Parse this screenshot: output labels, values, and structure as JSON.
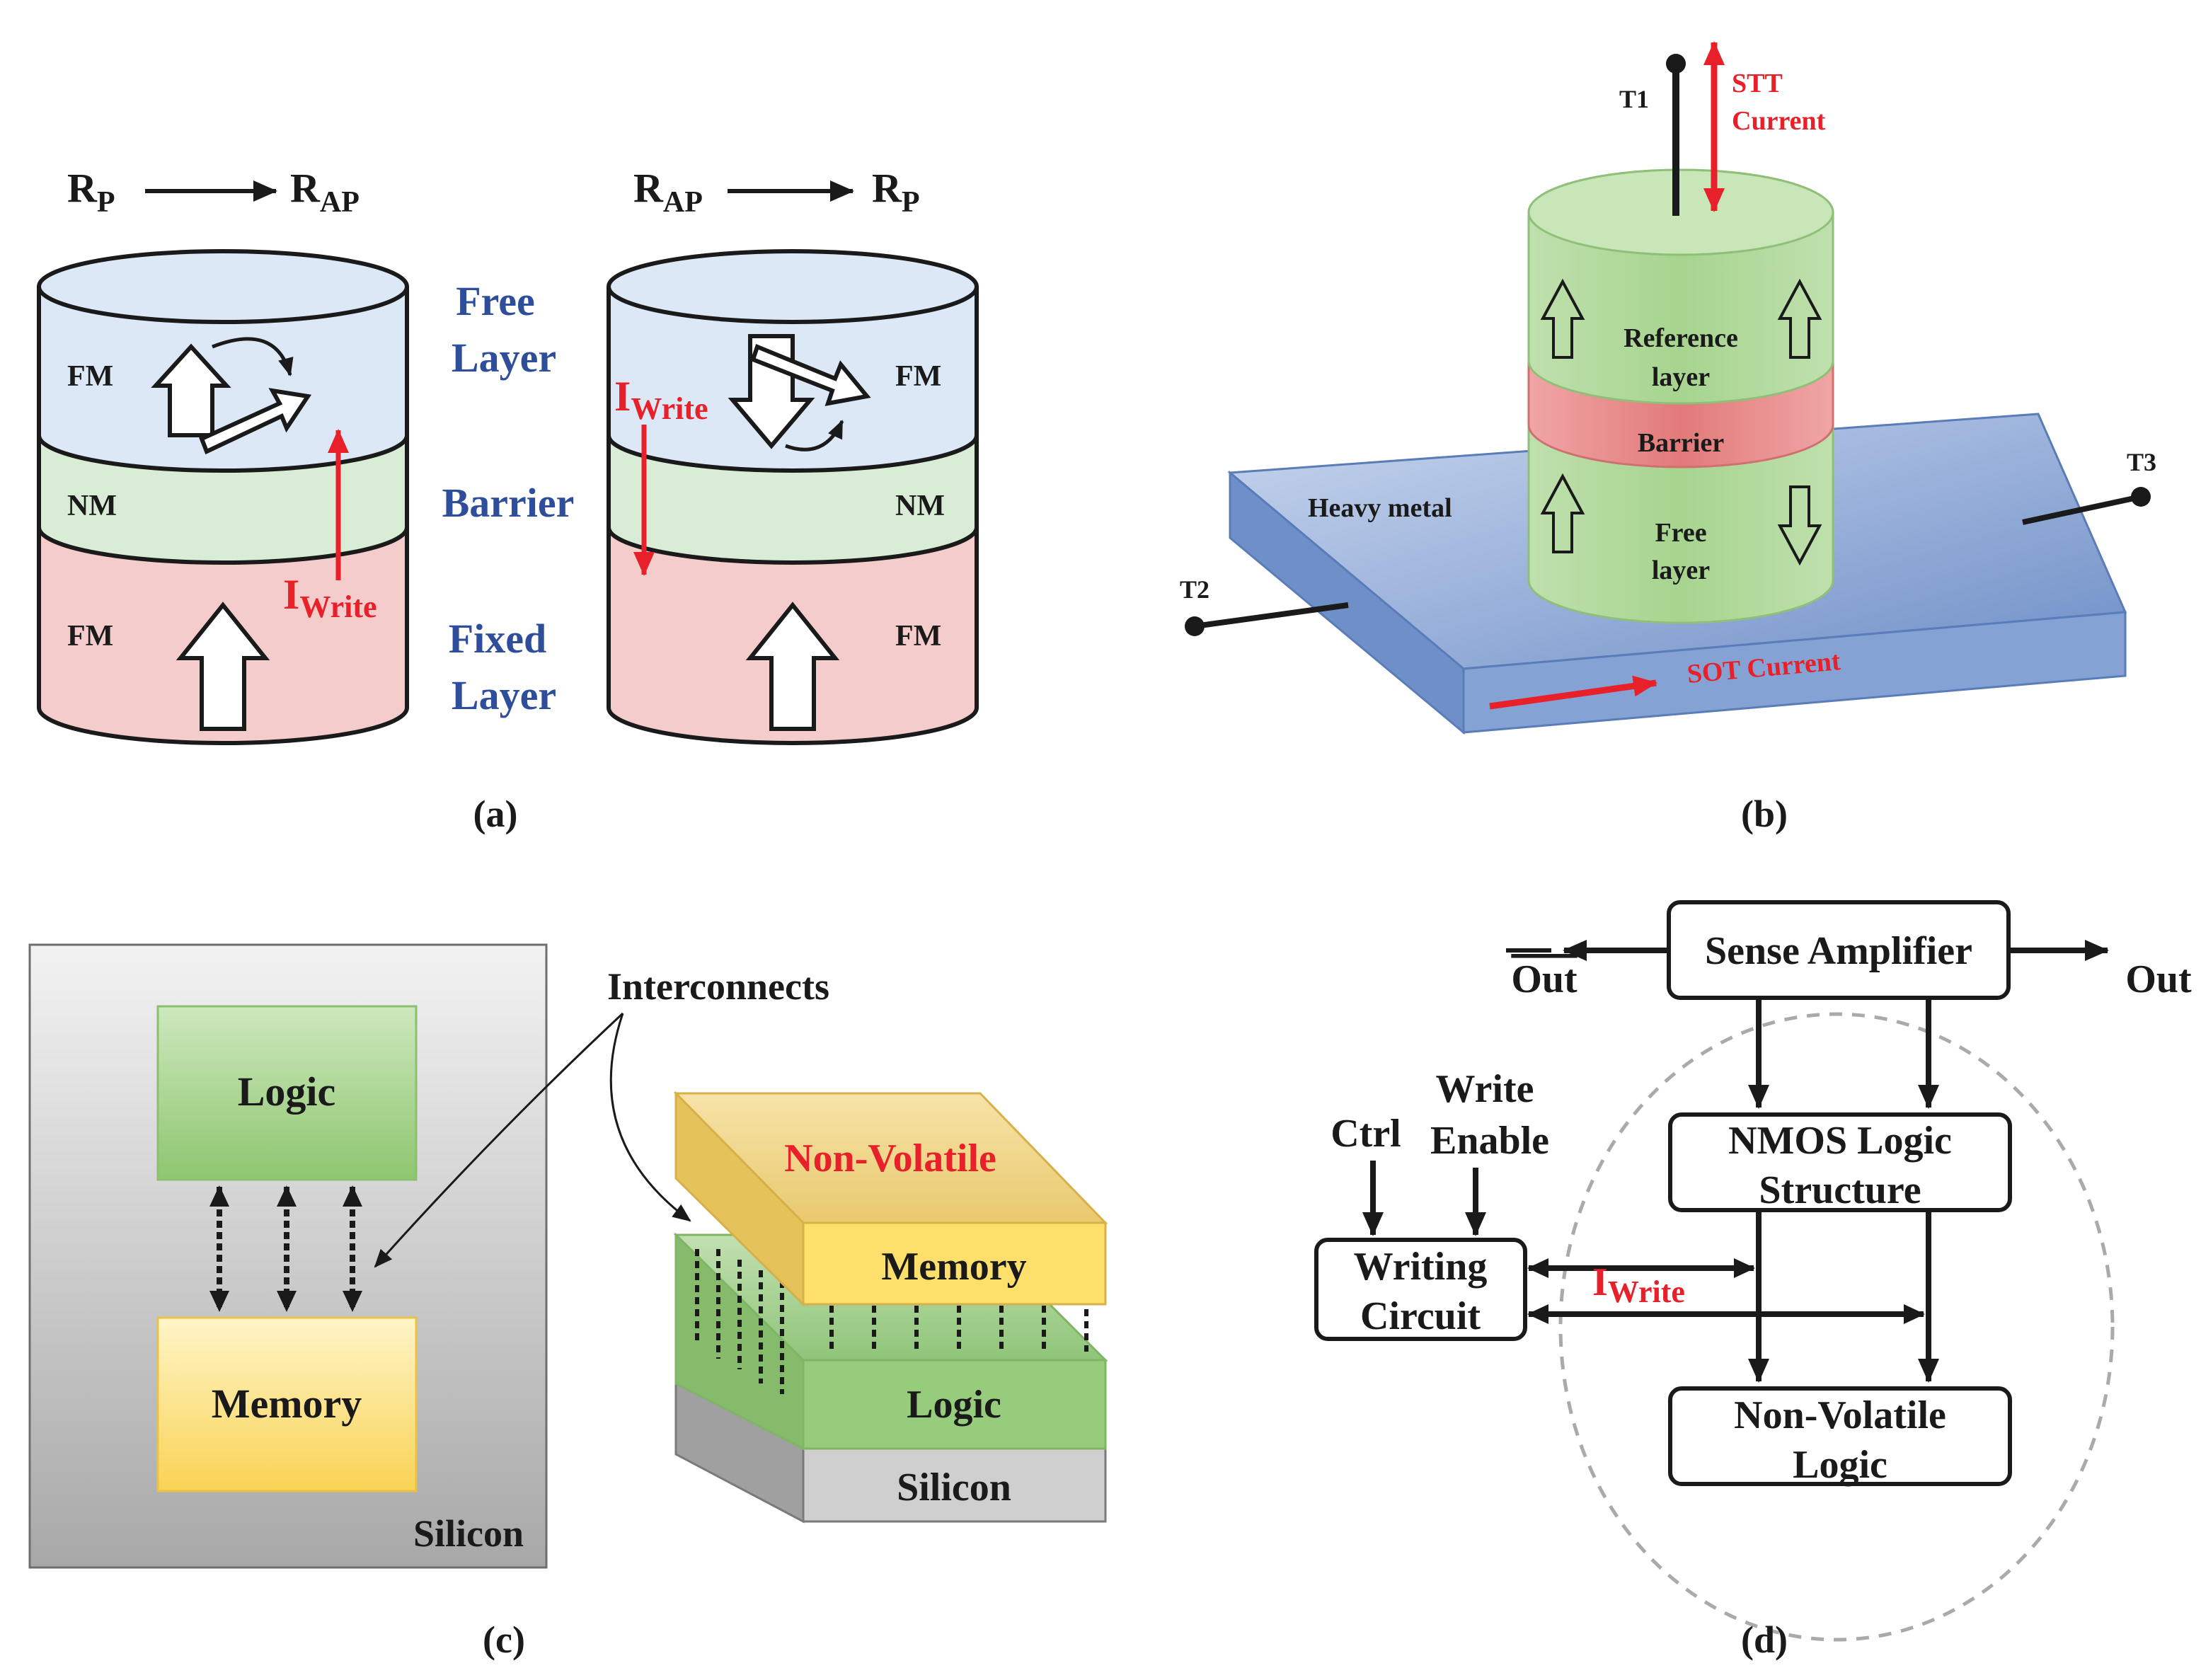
{
  "colors": {
    "blue_text": "#2e4e9c",
    "red": "#e8202a",
    "black": "#1a1a1a",
    "free_layer": "#dce8f6",
    "barrier_layer": "#d9ecd6",
    "fixed_layer": "#f4cccc",
    "heavy_metal": "#7f9fd0",
    "green_pillar": "#b4d8a0",
    "red_barrier": "#e57f7f",
    "logic_green": "#a2cf8b",
    "memory_yellow": "#fde58a",
    "silicon_gray": "#d9d9d9"
  },
  "panel_a": {
    "caption": "(a)",
    "left": {
      "transition_from": "R",
      "from_sub": "P",
      "transition_to": "R",
      "to_sub": "AP",
      "top_label": "FM",
      "mid_label": "NM",
      "bottom_label": "FM",
      "current_main": "I",
      "current_sub": "Write"
    },
    "right": {
      "transition_from": "R",
      "from_sub": "AP",
      "transition_to": "R",
      "to_sub": "P",
      "top_label": "FM",
      "mid_label": "NM",
      "bottom_label": "FM",
      "current_main": "I",
      "current_sub": "Write"
    },
    "layer_labels": {
      "free_1": "Free",
      "free_2": "Layer",
      "barrier": "Barrier",
      "fixed_1": "Fixed",
      "fixed_2": "Layer"
    }
  },
  "panel_b": {
    "caption": "(b)",
    "t1": "T1",
    "t2": "T2",
    "t3": "T3",
    "stt_1": "STT",
    "stt_2": "Current",
    "reference_1": "Reference",
    "reference_2": "layer",
    "barrier": "Barrier",
    "free_1": "Free",
    "free_2": "layer",
    "heavy_metal": "Heavy metal",
    "sot": "SOT Current"
  },
  "panel_c": {
    "caption": "(c)",
    "logic": "Logic",
    "memory": "Memory",
    "silicon": "Silicon",
    "interconnects": "Interconnects",
    "nv_1": "Non-Volatile",
    "nv_2": "Memory",
    "stack_logic": "Logic",
    "stack_silicon": "Silicon"
  },
  "panel_d": {
    "caption": "(d)",
    "sense_amp": "Sense Amplifier",
    "out_bar": "Out",
    "out": "Out",
    "ctrl": "Ctrl",
    "write_1": "Write",
    "write_2": "Enable",
    "writing_1": "Writing",
    "writing_2": "Circuit",
    "nmos_1": "NMOS Logic",
    "nmos_2": "Structure",
    "nvl_1": "Non-Volatile",
    "nvl_2": "Logic",
    "iwrite_main": "I",
    "iwrite_sub": "Write"
  }
}
